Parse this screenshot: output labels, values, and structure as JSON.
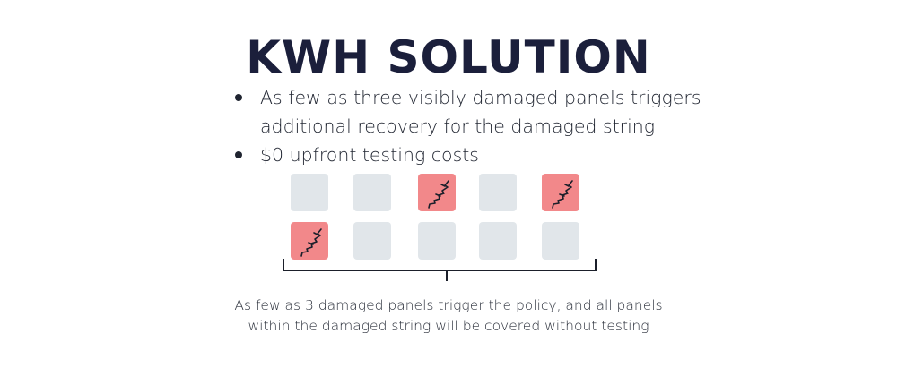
{
  "title": "KWH SOLUTION",
  "bullets": [
    {
      "lines": [
        "As few as three visibly damaged panels triggers",
        "additional recovery for the damaged string"
      ]
    },
    {
      "lines": [
        "$0 upfront testing costs"
      ]
    }
  ],
  "panels": {
    "rows": [
      [
        "normal",
        "normal",
        "damaged",
        "normal",
        "damaged"
      ],
      [
        "damaged",
        "normal",
        "normal",
        "normal",
        "normal"
      ]
    ],
    "colors": {
      "normal": "#e1e6ea",
      "damaged": "#f2888a",
      "crack": "#1b1f2a"
    }
  },
  "caption": {
    "line1": "As few as 3 damaged panels trigger the policy, and all panels",
    "line2": "within the damaged string will be covered without testing"
  }
}
